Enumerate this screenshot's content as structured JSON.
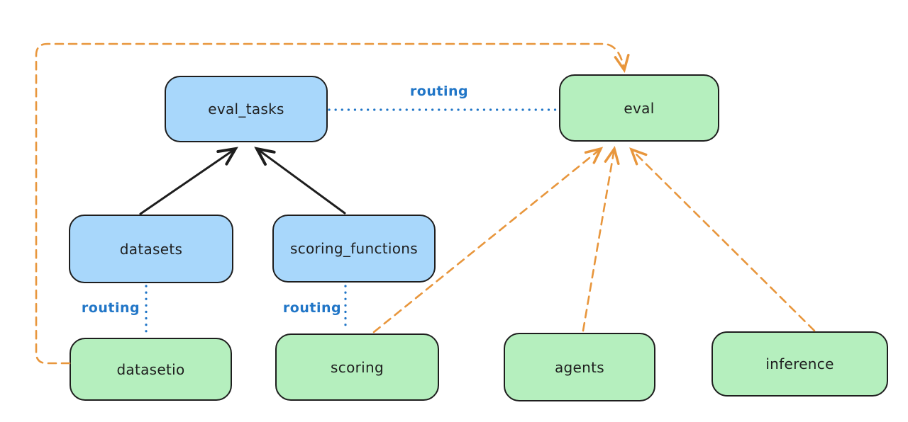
{
  "diagram": {
    "title": "",
    "nodes": [
      {
        "id": "eval_tasks",
        "label": "eval_tasks",
        "kind": "registry",
        "color": "#a8d7fb"
      },
      {
        "id": "eval",
        "label": "eval",
        "kind": "api",
        "color": "#b5efbe"
      },
      {
        "id": "datasets",
        "label": "datasets",
        "kind": "registry",
        "color": "#a8d7fb"
      },
      {
        "id": "scoring_functions",
        "label": "scoring_functions",
        "kind": "registry",
        "color": "#a8d7fb"
      },
      {
        "id": "datasetio",
        "label": "datasetio",
        "kind": "api",
        "color": "#b5efbe"
      },
      {
        "id": "scoring",
        "label": "scoring",
        "kind": "api",
        "color": "#b5efbe"
      },
      {
        "id": "agents",
        "label": "agents",
        "kind": "api",
        "color": "#b5efbe"
      },
      {
        "id": "inference",
        "label": "inference",
        "kind": "api",
        "color": "#b5efbe"
      }
    ],
    "edges": [
      {
        "from": "datasets",
        "to": "eval_tasks",
        "style": "solid-arrow",
        "color": "#1e1e1e",
        "label": ""
      },
      {
        "from": "scoring_functions",
        "to": "eval_tasks",
        "style": "solid-arrow",
        "color": "#1e1e1e",
        "label": ""
      },
      {
        "from": "eval_tasks",
        "to": "eval",
        "style": "dotted-line",
        "color": "#2176c7",
        "label": "routing"
      },
      {
        "from": "datasets",
        "to": "datasetio",
        "style": "dotted-line",
        "color": "#2176c7",
        "label": "routing"
      },
      {
        "from": "scoring_functions",
        "to": "scoring",
        "style": "dotted-line",
        "color": "#2176c7",
        "label": "routing"
      },
      {
        "from": "datasetio",
        "to": "eval",
        "style": "dashed-arrow",
        "color": "#e8963c",
        "label": ""
      },
      {
        "from": "scoring",
        "to": "eval",
        "style": "dashed-arrow",
        "color": "#e8963c",
        "label": ""
      },
      {
        "from": "agents",
        "to": "eval",
        "style": "dashed-arrow",
        "color": "#e8963c",
        "label": ""
      },
      {
        "from": "inference",
        "to": "eval",
        "style": "dashed-arrow",
        "color": "#e8963c",
        "label": ""
      }
    ],
    "colors": {
      "background": "#ffffff",
      "node_stroke": "#1e1e1e",
      "blue_node_fill": "#a8d7fb",
      "green_node_fill": "#b5efbe",
      "routing_line": "#2176c7",
      "dependency_arrow": "#e8963c",
      "solid_arrow": "#1e1e1e"
    }
  }
}
